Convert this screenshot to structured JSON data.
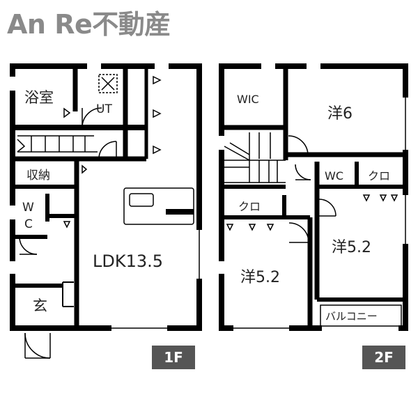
{
  "brand": {
    "logo_text": "An Re不動産"
  },
  "floor1": {
    "badge": "1F",
    "rooms": {
      "bath": "浴室",
      "utility": "UT",
      "storage": "収納",
      "wc_top": "W",
      "wc_bottom": "C",
      "entrance": "玄",
      "ldk": "LDK13.5"
    }
  },
  "floor2": {
    "badge": "2F",
    "rooms": {
      "wic": "WIC",
      "western6": "洋6",
      "wc": "WC",
      "closet_right": "クロ",
      "closet_left": "クロ",
      "western52_right": "洋5.2",
      "western52_left": "洋5.2",
      "balcony": "バルコニー"
    }
  },
  "colors": {
    "wall": "#000000",
    "brand": "#8a8a8a",
    "badge_bg": "#555555",
    "badge_text": "#ffffff"
  }
}
